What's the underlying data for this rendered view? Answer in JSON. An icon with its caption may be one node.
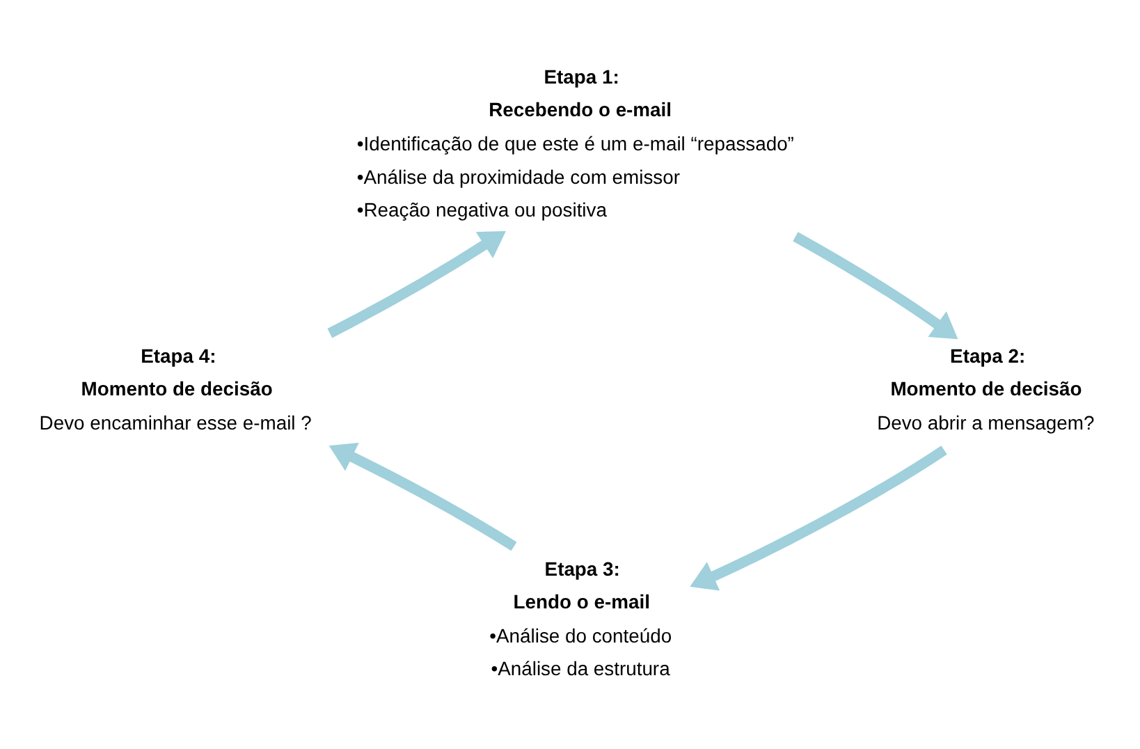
{
  "diagram": {
    "nodes": [
      {
        "text": [
          "Etapa 1:",
          "Recebendo o e-mail",
          "•Identificação de que este é um e-mail “repassado”",
          "•Análise da proximidade com emissor",
          "•Reação negativa ou positiva"
        ]
      },
      {
        "text": [
          "Etapa 2:",
          "Momento de decisão",
          "Devo abrir a mensagem?"
        ]
      },
      {
        "text": [
          "Etapa 3:",
          "Lendo o e-mail",
          "•Análise do conteúdo",
          "•Análise da estrutura"
        ]
      },
      {
        "text": [
          "Etapa 4:",
          "Momento de decisão",
          "Devo encaminhar esse e-mail ?"
        ]
      }
    ],
    "edges": [
      {
        "from": 0,
        "to": 1,
        "arrow": "to"
      },
      {
        "from": 1,
        "to": 2,
        "arrow": "to"
      },
      {
        "from": 2,
        "to": 3,
        "arrow": "to"
      },
      {
        "from": 3,
        "to": 0,
        "arrow": "to"
      }
    ]
  }
}
